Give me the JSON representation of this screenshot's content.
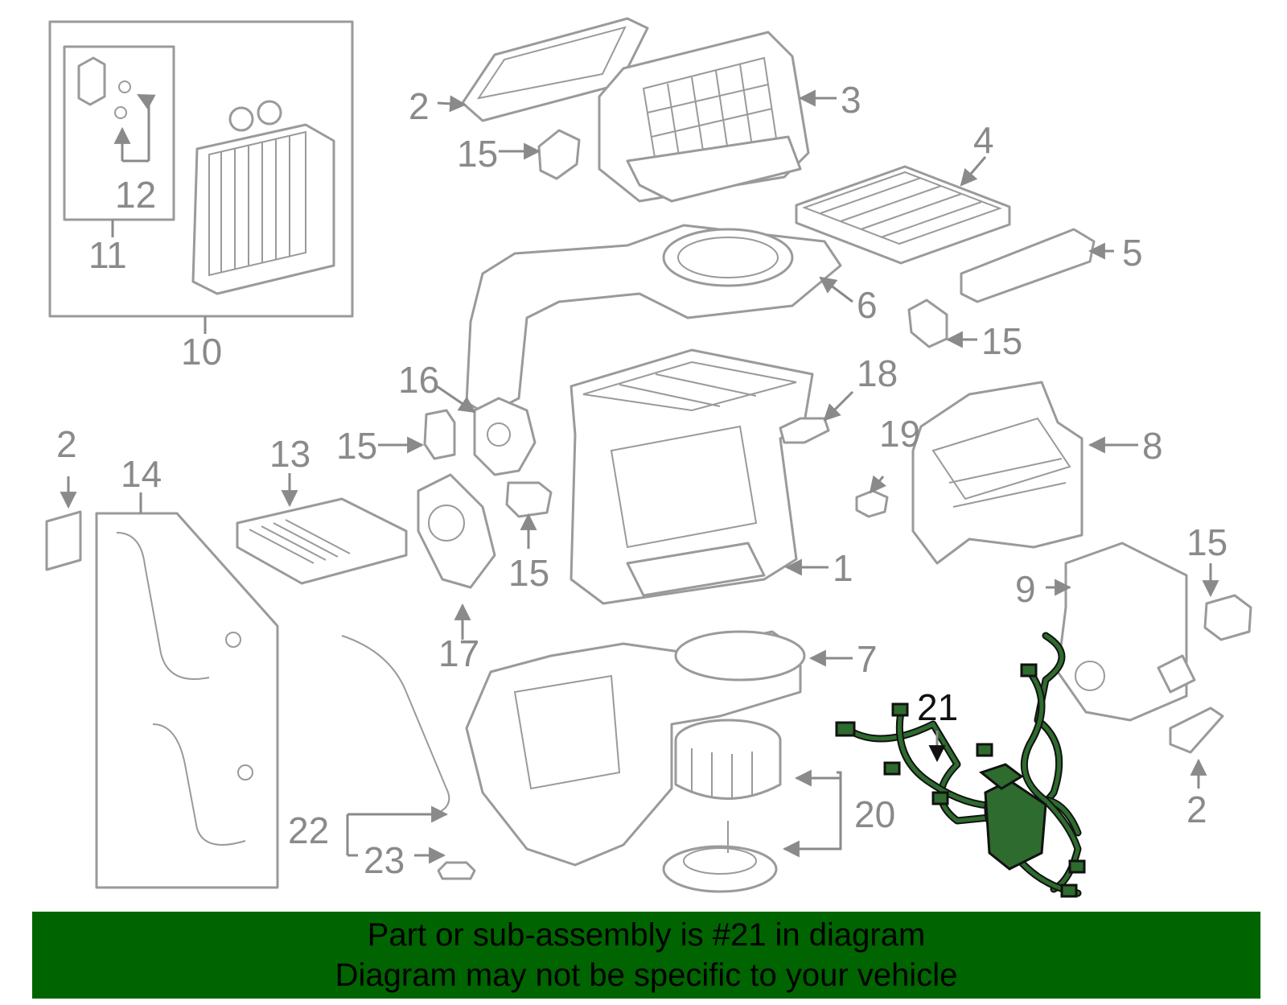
{
  "colors": {
    "part_stroke": "#9a9a9a",
    "label": "#8a8a8a",
    "highlight_part": "#2e6b2e",
    "footer_bg": "#006400"
  },
  "highlighted_part": "21",
  "callouts": {
    "c1": "1",
    "c2a": "2",
    "c2b": "2",
    "c2c": "2",
    "c3": "3",
    "c4": "4",
    "c5": "5",
    "c6": "6",
    "c7": "7",
    "c8": "8",
    "c9": "9",
    "c10": "10",
    "c11": "11",
    "c12": "12",
    "c13": "13",
    "c14": "14",
    "c15a": "15",
    "c15b": "15",
    "c15c": "15",
    "c15d": "15",
    "c15e": "15",
    "c16": "16",
    "c17": "17",
    "c18": "18",
    "c19": "19",
    "c20": "20",
    "c21": "21",
    "c22": "22",
    "c23": "23"
  },
  "footer": {
    "line1": "Part or sub-assembly is #21 in diagram",
    "line2": "Diagram may not be specific to your vehicle"
  }
}
